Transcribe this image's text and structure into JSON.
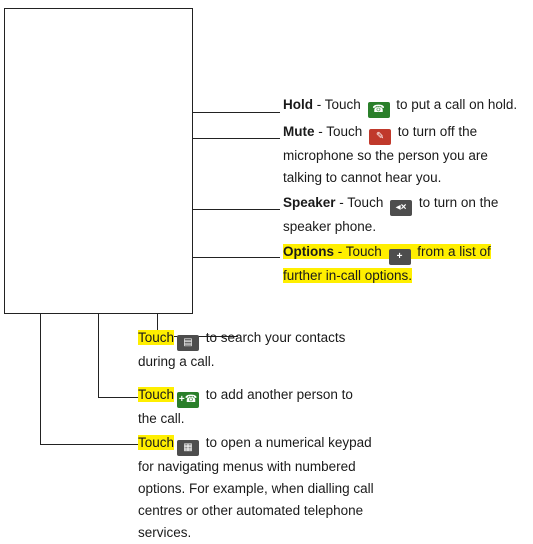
{
  "items": {
    "hold": {
      "title": "Hold",
      "pre": " - Touch ",
      "post": " to put a call on hold."
    },
    "mute": {
      "title": "Mute",
      "pre": " - Touch ",
      "post1": " to turn off the",
      "line2": "microphone so the person you are",
      "line3": "talking to cannot hear you."
    },
    "speaker": {
      "title": "Speaker",
      "pre": " - Touch ",
      "post1": " to turn on the",
      "line2": "speaker phone."
    },
    "options": {
      "title": "Options",
      "pre": " - Touch ",
      "post1": " from a list of",
      "line2": "further in-call options."
    },
    "contacts": {
      "touch": "Touch",
      "post1": " to search your contacts",
      "line2": "during a call."
    },
    "add": {
      "touch": "Touch",
      "post1": " to add another person to",
      "line2": "the call."
    },
    "keypad": {
      "touch": "Touch",
      "post1": " to open a numerical keypad",
      "line2": "for navigating menus with numbered",
      "line3": "options. For example, when dialling call",
      "line4": "centres or other automated telephone",
      "line5": "services."
    }
  },
  "icons": {
    "hold": "phone-hold-icon",
    "mute": "mute-pencil-icon",
    "speaker": "speaker-icon",
    "options": "plus-icon",
    "contacts": "contacts-icon",
    "add": "add-call-icon",
    "keypad": "keypad-icon"
  }
}
